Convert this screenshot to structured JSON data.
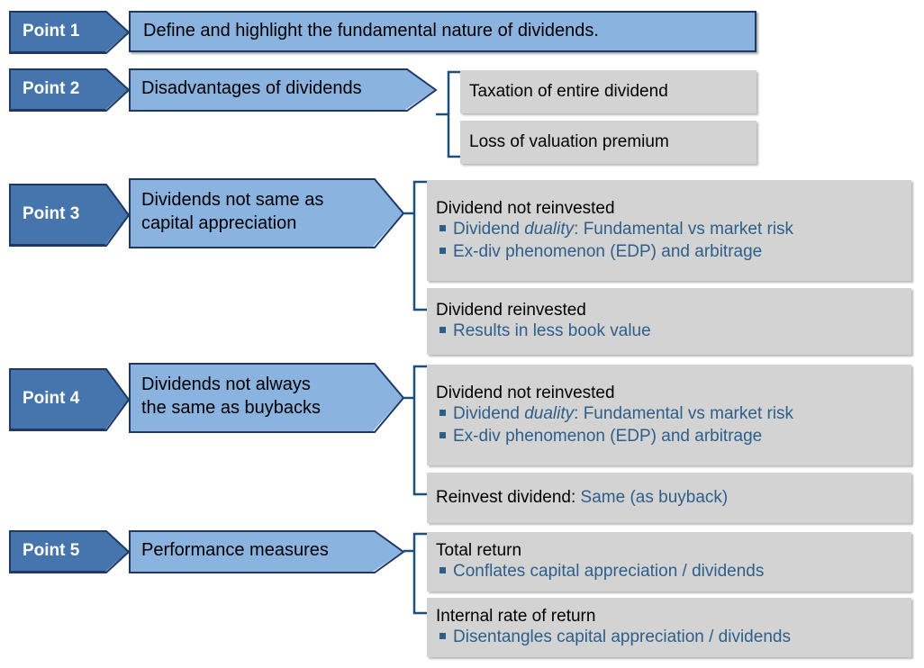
{
  "colors": {
    "label_fill": "#4575AC",
    "title_fill": "#8AB3E0",
    "outline": "#1F3864",
    "box_fill": "#D3D3D3",
    "accent_text": "#2E5F8A",
    "connector": "#1F4E79"
  },
  "points": [
    {
      "label": "Point 1",
      "title_lines": [
        "Define and highlight the fundamental nature of dividends."
      ],
      "boxes": []
    },
    {
      "label": "Point 2",
      "title_lines": [
        "Disadvantages of dividends"
      ],
      "boxes": [
        {
          "header": "Taxation of entire dividend",
          "header_accent": "",
          "bullets": []
        },
        {
          "header": "Loss of valuation premium",
          "header_accent": "",
          "bullets": []
        }
      ]
    },
    {
      "label": "Point 3",
      "title_lines": [
        "Dividends not same as",
        "capital appreciation"
      ],
      "boxes": [
        {
          "header": "Dividend not reinvested",
          "header_accent": "",
          "bullets": [
            {
              "pre": "Dividend ",
              "italic": "duality",
              "post": ": Fundamental vs market risk"
            },
            {
              "pre": "Ex-div phenomenon (EDP) and arbitrage",
              "italic": "",
              "post": ""
            }
          ]
        },
        {
          "header": "Dividend reinvested",
          "header_accent": "",
          "bullets": [
            {
              "pre": "Results in less book value",
              "italic": "",
              "post": ""
            }
          ]
        }
      ]
    },
    {
      "label": "Point 4",
      "title_lines": [
        "Dividends not always",
        "the same as buybacks"
      ],
      "boxes": [
        {
          "header": "Dividend not reinvested",
          "header_accent": "",
          "bullets": [
            {
              "pre": "Dividend ",
              "italic": "duality",
              "post": ": Fundamental vs market risk"
            },
            {
              "pre": "Ex-div phenomenon (EDP) and arbitrage",
              "italic": "",
              "post": ""
            }
          ]
        },
        {
          "header": "Reinvest dividend: ",
          "header_accent": "Same (as buyback)",
          "bullets": []
        }
      ]
    },
    {
      "label": "Point 5",
      "title_lines": [
        "Performance measures"
      ],
      "boxes": [
        {
          "header": "Total return",
          "header_accent": "",
          "bullets": [
            {
              "pre": "Conflates capital appreciation / dividends",
              "italic": "",
              "post": ""
            }
          ]
        },
        {
          "header": "Internal rate of return",
          "header_accent": "",
          "bullets": [
            {
              "pre": "Disentangles capital appreciation / dividends",
              "italic": "",
              "post": ""
            }
          ]
        }
      ]
    }
  ]
}
